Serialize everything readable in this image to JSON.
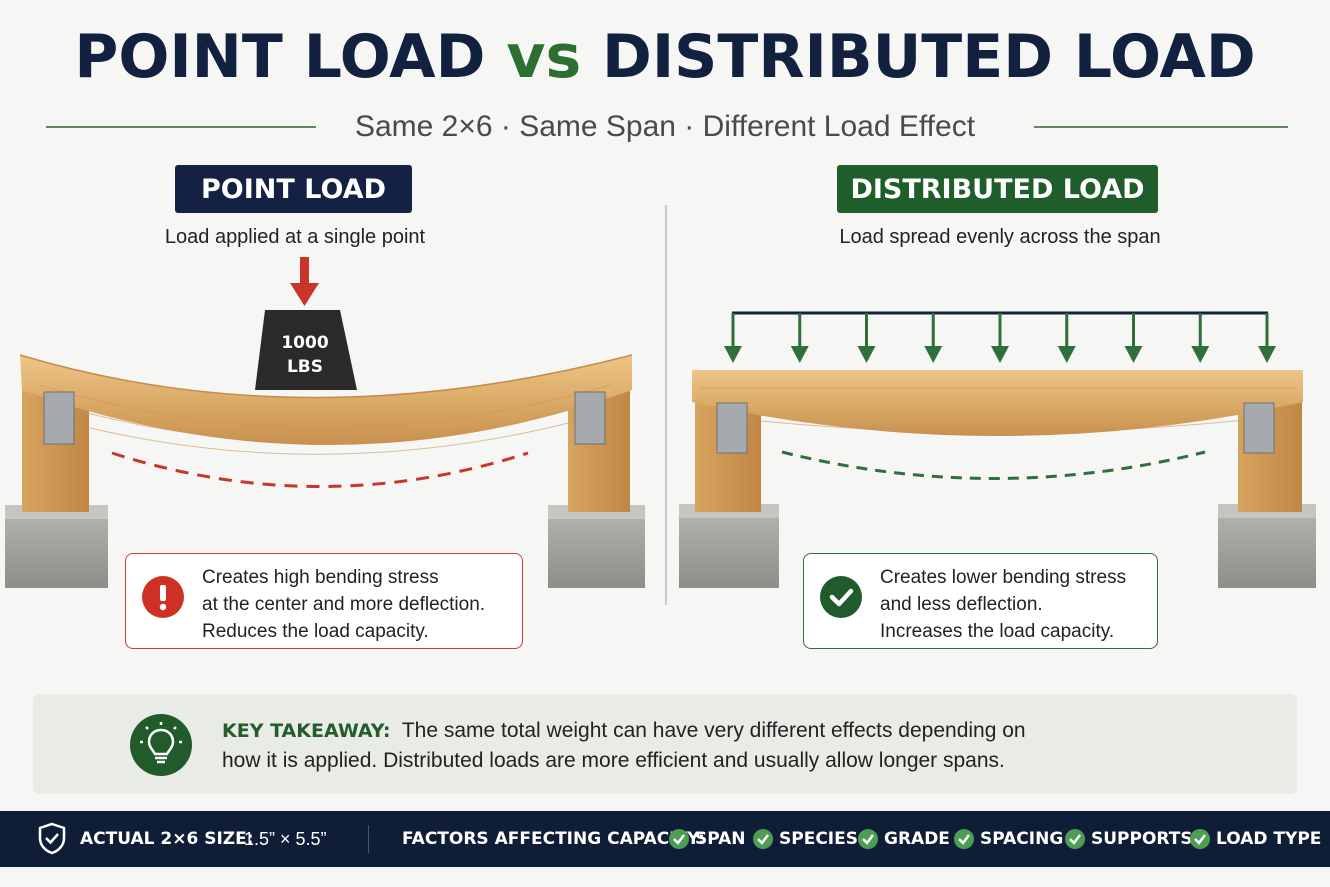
{
  "header": {
    "title_a": "POINT LOAD",
    "title_vs": "vs",
    "title_b": "DISTRIBUTED LOAD",
    "subtitle": "Same 2×6 · Same Span · Different Load Effect"
  },
  "point_panel": {
    "badge": "POINT LOAD",
    "caption": "Load applied at a single point",
    "weight_line1": "1000",
    "weight_line2": "LBS",
    "note_line1": "Creates high bending stress",
    "note_line2": "at the center and more deflection.",
    "note_line3": "Reduces the load capacity.",
    "icon": "exclamation-icon",
    "accent": "#c2413a"
  },
  "dist_panel": {
    "badge": "DISTRIBUTED LOAD",
    "caption": "Load spread evenly across the span",
    "note_line1": "Creates lower bending stress",
    "note_line2": "and less deflection.",
    "note_line3": "Increases the load capacity.",
    "icon": "checkmark-icon",
    "accent": "#2f6f3a"
  },
  "takeaway": {
    "label": "KEY TAKEAWAY:",
    "line1": "The same total weight can have very different effects depending on",
    "line2": "how it is applied. Distributed loads are more efficient and usually allow longer spans.",
    "icon": "lightbulb-icon"
  },
  "footer": {
    "size_label": "ACTUAL 2×6 SIZE:",
    "size_value": "1.5” × 5.5”",
    "factors_label": "FACTORS AFFECTING CAPACITY:",
    "factors": [
      "SPAN",
      "SPECIES",
      "GRADE",
      "SPACING",
      "SUPPORTS",
      "LOAD TYPE"
    ],
    "icon": "shield-check-icon"
  },
  "colors": {
    "navy": "#142142",
    "green": "#1f5e2b",
    "red": "#c2413a",
    "wood": "#e2b574"
  }
}
